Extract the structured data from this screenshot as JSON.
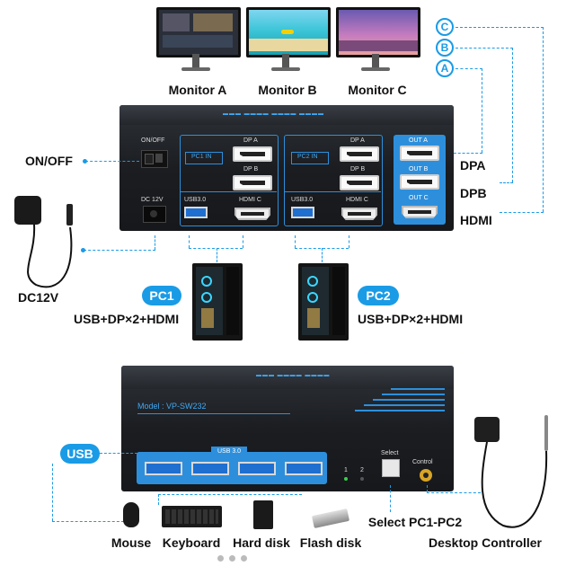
{
  "monitors": [
    {
      "label": "Monitor A",
      "screen_color": "#2a2f3a"
    },
    {
      "label": "Monitor B",
      "screen_color": "#3cc5d8"
    },
    {
      "label": "Monitor C",
      "screen_color": "#c47bbf"
    }
  ],
  "markers": {
    "a": "A",
    "b": "B",
    "c": "C"
  },
  "outputs": {
    "dpa": "DPA",
    "dpb": "DPB",
    "hdmi": "HDMI"
  },
  "labels": {
    "on_off": "ON/OFF",
    "dc12v": "DC12V",
    "pc1": "PC1",
    "pc2": "PC2",
    "pc_conn": "USB+DP×2+HDMI",
    "usb": "USB",
    "select": "Select PC1-PC2",
    "controller": "Desktop Controller"
  },
  "rear_panel": {
    "on_off": "ON/OFF",
    "dc12v": "DC 12V",
    "pc1_in": "PC1 IN",
    "pc2_in": "PC2 IN",
    "dp_a": "DP A",
    "dp_b": "DP B",
    "usb30": "USB3.0",
    "hdmi_c": "HDMI C",
    "out_a": "OUT A",
    "out_b": "OUT B",
    "out_c": "OUT C"
  },
  "front_panel": {
    "model": "Model : VP-SW232",
    "usb30": "USB 3.0",
    "led1": "1",
    "led2": "2",
    "select": "Select",
    "control": "Control"
  },
  "peripherals": [
    "Mouse",
    "Keyboard",
    "Hard disk",
    "Flash disk"
  ],
  "accent": "#1a9be6"
}
